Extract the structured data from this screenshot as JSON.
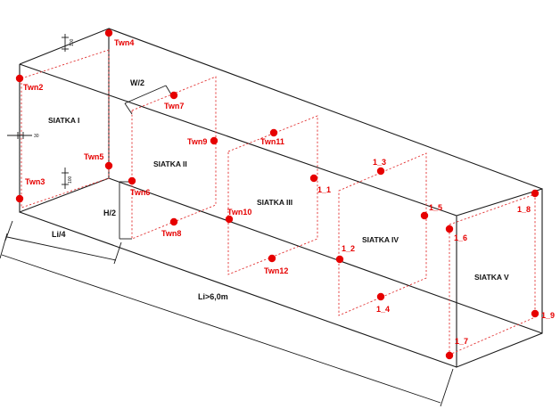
{
  "sections": [
    {
      "key": "s1",
      "label": "SIATKA I"
    },
    {
      "key": "s2",
      "label": "SIATKA II"
    },
    {
      "key": "s3",
      "label": "SIATKA III"
    },
    {
      "key": "s4",
      "label": "SIATKA IV"
    },
    {
      "key": "s5",
      "label": "SIATKA V"
    }
  ],
  "points": [
    {
      "key": "twn4",
      "label": "Twn4"
    },
    {
      "key": "twn2",
      "label": "Twn2"
    },
    {
      "key": "twn3",
      "label": "Twn3"
    },
    {
      "key": "twn5",
      "label": "Twn5"
    },
    {
      "key": "twn7",
      "label": "Twn7"
    },
    {
      "key": "twn9",
      "label": "Twn9"
    },
    {
      "key": "twn6",
      "label": "Twn6"
    },
    {
      "key": "twn8",
      "label": "Twn8"
    },
    {
      "key": "twn11",
      "label": "Twn11"
    },
    {
      "key": "twn10",
      "label": "Twn10"
    },
    {
      "key": "twn12",
      "label": "Twn12"
    },
    {
      "key": "p1_1",
      "label": "1_1"
    },
    {
      "key": "p1_2",
      "label": "1_2"
    },
    {
      "key": "p1_3",
      "label": "1_3"
    },
    {
      "key": "p1_4",
      "label": "1_4"
    },
    {
      "key": "p1_5",
      "label": "1_5"
    },
    {
      "key": "p1_6",
      "label": "1_6"
    },
    {
      "key": "p1_7",
      "label": "1_7"
    },
    {
      "key": "p1_8",
      "label": "1_8"
    },
    {
      "key": "p1_9",
      "label": "1_9"
    }
  ],
  "dimensions": {
    "w_half": "W/2",
    "h_half": "H/2",
    "li_quarter": "Li/4",
    "li_total": "Li>6,0m",
    "offset_30": "30",
    "offset_top": "100",
    "offset_bottom": "100"
  },
  "colors": {
    "points": "#e60000",
    "grid_lines": "#e23232",
    "edges": "#1a1a1a"
  }
}
